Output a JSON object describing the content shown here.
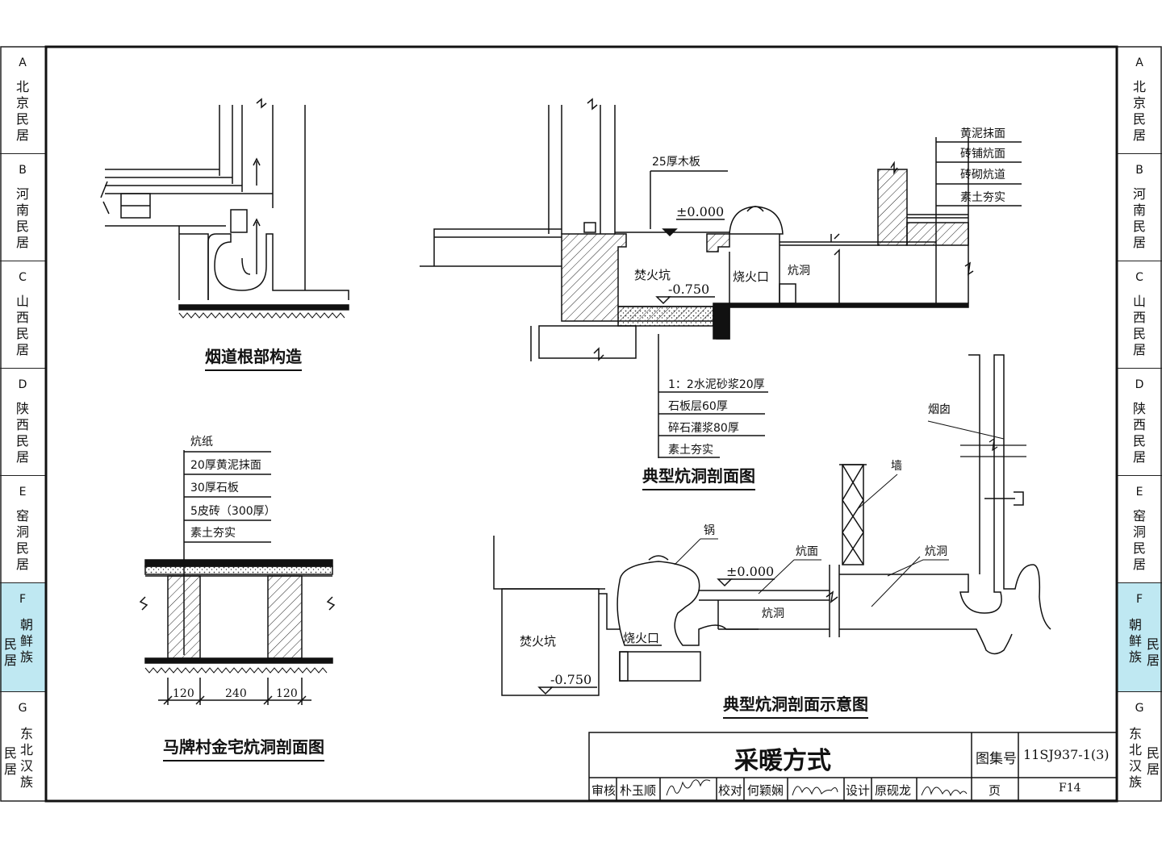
{
  "left_tabs": [
    {
      "letter": "A",
      "name": "北京民居"
    },
    {
      "letter": "B",
      "name": "河南民居"
    },
    {
      "letter": "C",
      "name": "山西民居"
    },
    {
      "letter": "D",
      "name": "陕西民居"
    },
    {
      "letter": "E",
      "name": "窑洞民居"
    },
    {
      "letter": "F",
      "name": "朝鲜族",
      "side": "民居"
    },
    {
      "letter": "G",
      "name": "东北汉族",
      "side": "民居"
    }
  ],
  "active_tab": "F",
  "captions": {
    "flue": "烟道根部构造",
    "typical": "典型炕洞剖面图",
    "mapai": "马牌村金宅炕洞剖面图",
    "schematic": "典型炕洞剖面示意图"
  },
  "labels": {
    "board": "25厚木板",
    "zero1": "±0.000",
    "pit1": "焚火坑",
    "neg1": "-0.750",
    "fire1": "烧火口",
    "flue1": "炕洞",
    "layers_right": [
      "黄泥抹面",
      "砖铺炕面",
      "砖砌炕道",
      "素土夯实"
    ],
    "layers_bottom": [
      "1：2水泥砂浆20厚",
      "石板层60厚",
      "碎石灌浆80厚",
      "素土夯实"
    ],
    "layers_mapai": [
      "炕纸",
      "20厚黄泥抹面",
      "30厚石板",
      "5皮砖（300厚）",
      "素土夯实"
    ],
    "dims": [
      "120",
      "240",
      "120"
    ],
    "chimney": "烟囱",
    "wall": "墙",
    "pot": "锅",
    "kang_surface": "炕面",
    "flue2a": "炕洞",
    "zero2": "±0.000",
    "flue2b": "炕洞",
    "pit2": "焚火坑",
    "fire2": "烧火口",
    "neg2": "-0.750"
  },
  "title_block": {
    "title": "采暖方式",
    "atlas_label": "图集号",
    "atlas_no": "11SJ937-1(3)",
    "review": "审核",
    "reviewer": "朴玉顺",
    "check": "校对",
    "checker": "何颖娴",
    "design": "设计",
    "designer": "原砚龙",
    "page_label": "页",
    "page_no": "F14"
  }
}
